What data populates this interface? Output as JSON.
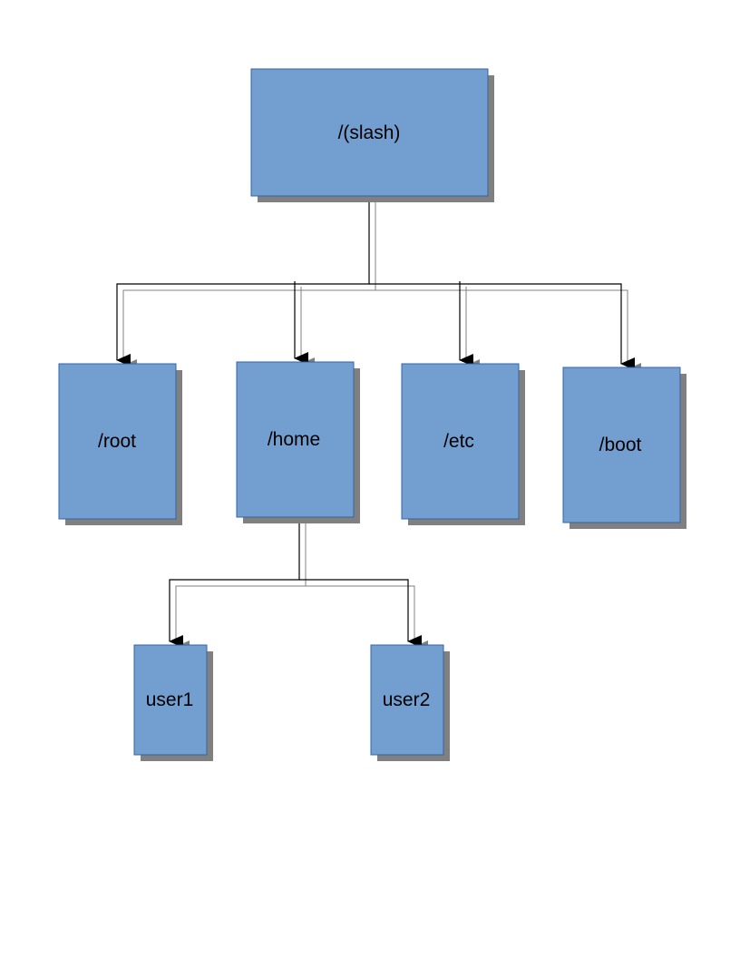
{
  "diagram": {
    "nodes": {
      "slash": "/(slash)",
      "root": "/root",
      "home": "/home",
      "etc": "/etc",
      "boot": "/boot",
      "user1": "user1",
      "user2": "user2"
    },
    "colors": {
      "box_fill": "#729fcf",
      "box_border": "#3465a4",
      "shadow": "#808080",
      "connector": "#000000",
      "connector_shadow": "#808080"
    }
  }
}
